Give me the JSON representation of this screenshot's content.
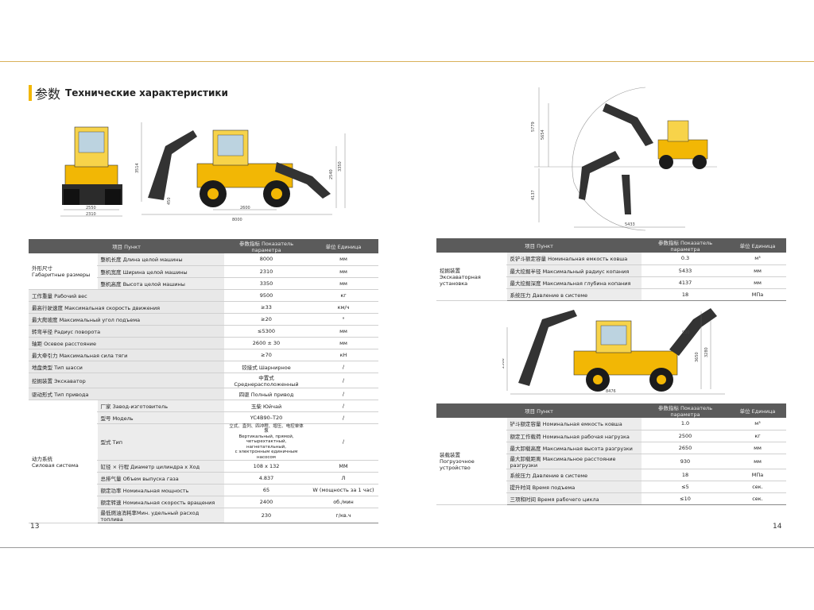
{
  "header": {
    "title_cn": "参数",
    "title_ru": "Технические характеристики"
  },
  "left_drawing": {
    "front_dims": [
      "2310",
      "2550"
    ],
    "side_dims": [
      "3514",
      "2540",
      "3350",
      "2600",
      "8000",
      "450"
    ]
  },
  "left_table": {
    "headers": [
      "项目 Пункт",
      "参数指标 Показатель параметра",
      "单位 Единица"
    ],
    "groups": [
      {
        "name": "外形尺寸\nГабаритные размеры",
        "rows": [
          {
            "sub": "整机长度 Длина целой машины",
            "value": "8000",
            "unit": "мм"
          },
          {
            "sub": "整机宽度 Ширина целой машины",
            "value": "2310",
            "unit": "мм"
          },
          {
            "sub": "整机高度 Высота целой машины",
            "value": "3350",
            "unit": "мм"
          }
        ]
      }
    ],
    "single_rows": [
      {
        "name": "工作重量 Рабочий вес",
        "value": "9500",
        "unit": "кг"
      },
      {
        "name": "最高行驶速度 Максимальная скорость движения",
        "value": "≥33",
        "unit": "км/ч"
      },
      {
        "name": "最大爬坡度 Максимальный угол подъема",
        "value": "≥20",
        "unit": "°"
      },
      {
        "name": "转弯半径 Радиус поворота",
        "value": "≤5300",
        "unit": "мм"
      },
      {
        "name": "轴距 Осевое расстояние",
        "value": "2600 ± 30",
        "unit": "мм"
      },
      {
        "name": "最大牵引力 Максимальная сила тяги",
        "value": "≥70",
        "unit": "кН"
      },
      {
        "name": "地盘类型 Тип шасси",
        "value": "铰接式 Шарнирное",
        "unit": "/"
      },
      {
        "name": "挖掘装置 Экскаватор",
        "value": "中置式 Среднерасположенный",
        "unit": "/"
      },
      {
        "name": "驱动形式 Тип привода",
        "value": "四驱 Полный привод",
        "unit": "/"
      }
    ],
    "engine_group": {
      "name": "动力系统\nСиловая система",
      "rows": [
        {
          "sub": "厂家 Завод-изготовитель",
          "value": "玉柴 Юйчай",
          "unit": "/"
        },
        {
          "sub": "型号 Модель",
          "value": "YC4B90–T20",
          "unit": "/"
        },
        {
          "sub": "型式 Тип",
          "value": "立式、直列、四冲程、增压、电控单体泵\nВертикальный, прямой, четырехтактный, нагнетательный,\nс электронным единичным насосом",
          "unit": "/"
        },
        {
          "sub": "缸径 × 行程 Диаметр цилиндра x Ход",
          "value": "108 x 132",
          "unit": "ММ"
        },
        {
          "sub": "总排气量 Объем выпуска газа",
          "value": "4.837",
          "unit": "Л"
        },
        {
          "sub": "额定功率 Номинальная мощность",
          "value": "65",
          "unit": "W (мощность за 1 час)"
        },
        {
          "sub": "额定转速 Номинальная скорость вращения",
          "value": "2400",
          "unit": "об./мин"
        },
        {
          "sub": "最低燃油消耗率Мин. удельный расход топлива",
          "value": "230",
          "unit": "г/кв.ч"
        }
      ]
    }
  },
  "right_drawing_top": {
    "dims": [
      "5779",
      "5654",
      "4137",
      "5433"
    ]
  },
  "right_table_top": {
    "headers": [
      "项目 Пункт",
      "参数指标 Показатель параметра",
      "单位 Единица"
    ],
    "group": {
      "name": "挖掘装置\nЭкскаваторная установка",
      "rows": [
        {
          "sub": "反铲斗额定容量 Номинальная емкость ковша",
          "value": "0.3",
          "unit": "м³"
        },
        {
          "sub": "最大挖掘半径 Максимальный радиус копания",
          "value": "5433",
          "unit": "мм"
        },
        {
          "sub": "最大挖掘深度 Максимальная глубина копания",
          "value": "4137",
          "unit": "мм"
        },
        {
          "sub": "系统压力 Давление в системе",
          "value": "18",
          "unit": "МПа"
        }
      ]
    }
  },
  "right_drawing_bottom": {
    "dims": [
      "2506",
      "3650",
      "3280",
      "930",
      "8476"
    ]
  },
  "right_table_bottom": {
    "headers": [
      "项目 Пункт",
      "参数指标 Показатель параметра",
      "单位 Единица"
    ],
    "group": {
      "name": "装载装置\nПогрузочное устройство",
      "rows": [
        {
          "sub": "铲斗额定容量 Номинальная емкость ковша",
          "value": "1.0",
          "unit": "м³"
        },
        {
          "sub": "额定工作载荷 Номинальная рабочая нагрузка",
          "value": "2500",
          "unit": "кг"
        },
        {
          "sub": "最大卸载高度 Максимальная высота разгрузки",
          "value": "2650",
          "unit": "мм"
        },
        {
          "sub": "最大卸载距离 Максимальное расстояние разгрузки",
          "value": "930",
          "unit": "мм"
        },
        {
          "sub": "系统压力 Давление в системе",
          "value": "18",
          "unit": "МПа"
        },
        {
          "sub": "提升时间 Время подъема",
          "value": "≤5",
          "unit": "сек."
        },
        {
          "sub": "三项和时间 Время рабочего цикла",
          "value": "≤10",
          "unit": "сек."
        }
      ]
    }
  },
  "pages": {
    "left": "13",
    "right": "14"
  },
  "colors": {
    "accent": "#f2b705",
    "header_bg": "#5b5b5b",
    "rule": "#d9b15a"
  }
}
